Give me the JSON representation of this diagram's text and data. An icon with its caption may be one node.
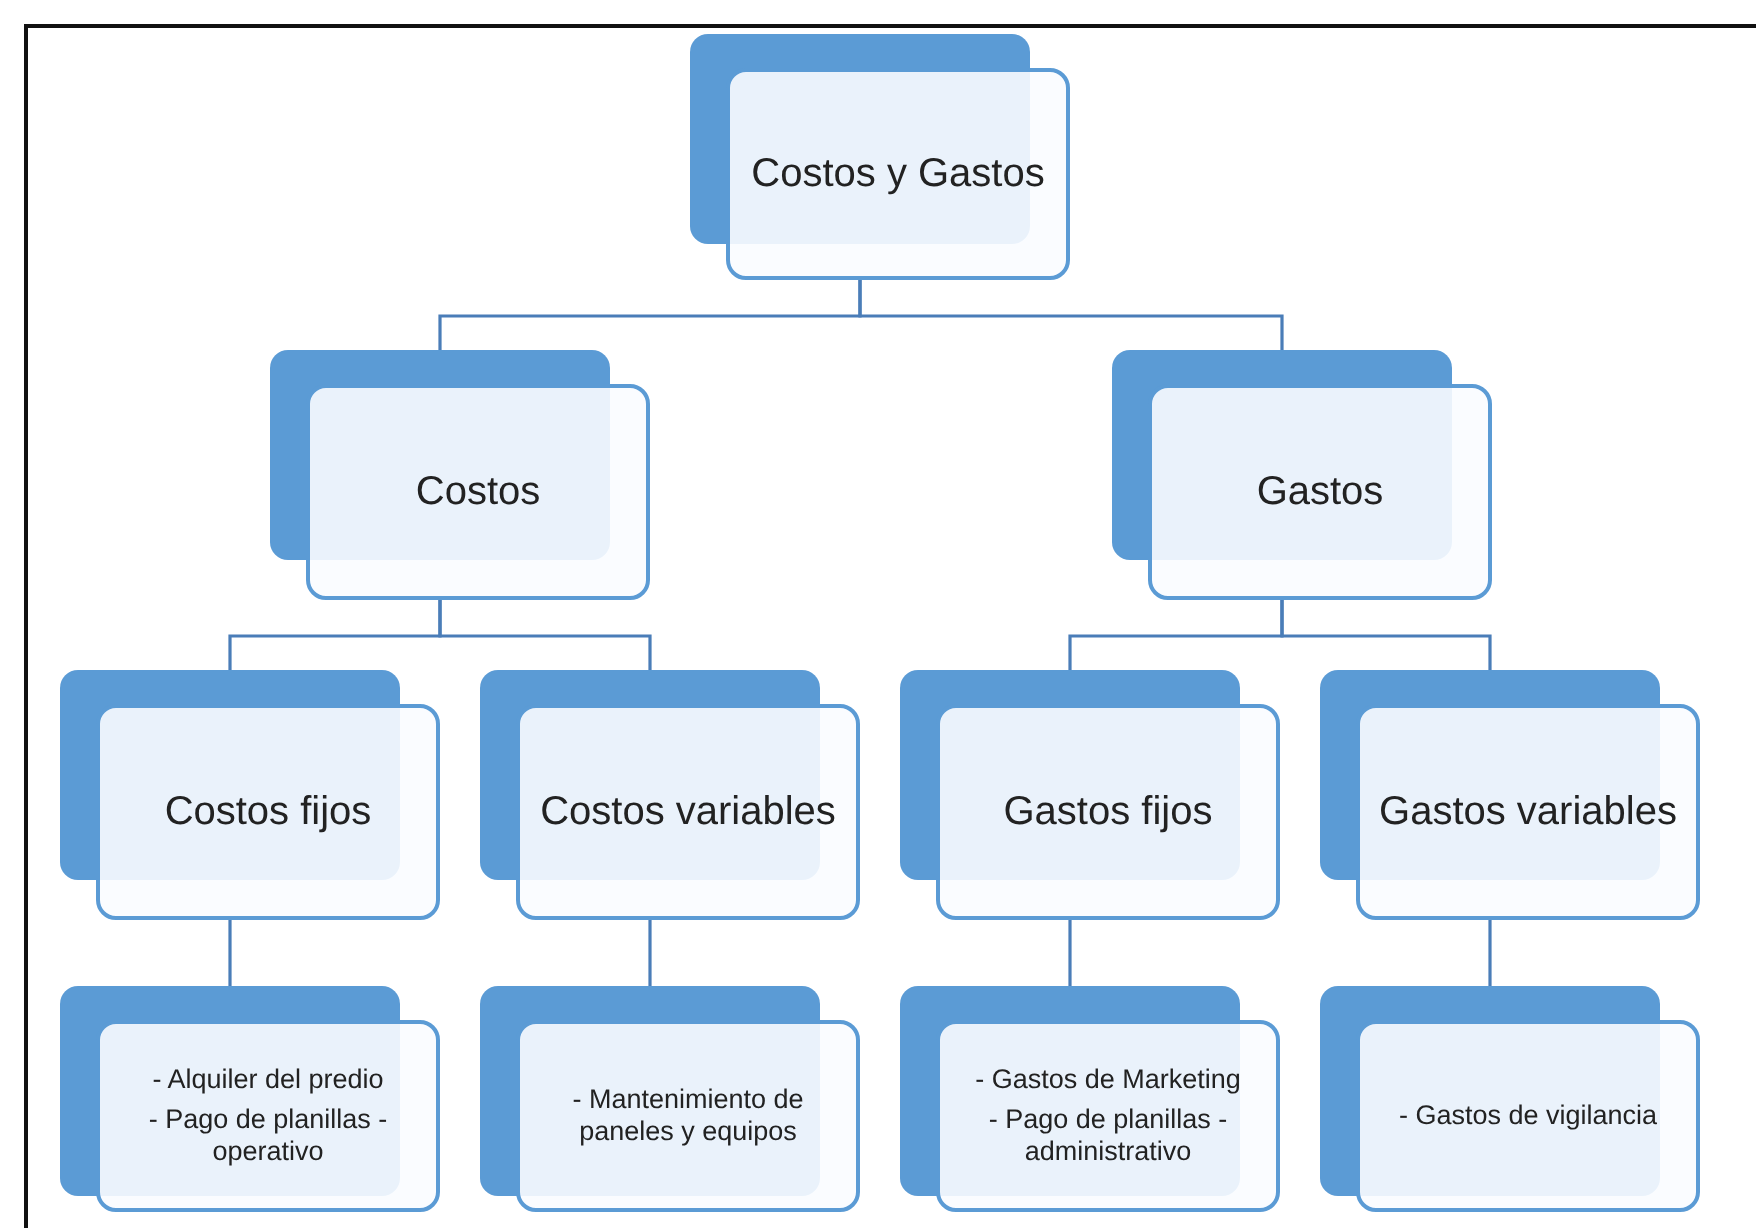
{
  "diagram": {
    "nodes": [
      {
        "text": [
          "Costos y Gastos"
        ]
      },
      {
        "text": [
          "Costos"
        ]
      },
      {
        "text": [
          "Gastos"
        ]
      },
      {
        "text": [
          "Costos fijos"
        ]
      },
      {
        "text": [
          "Costos variables"
        ]
      },
      {
        "text": [
          "Gastos fijos"
        ]
      },
      {
        "text": [
          "Gastos variables"
        ]
      },
      {
        "text": [
          "- Alquiler del predio",
          "- Pago de planillas - operativo"
        ]
      },
      {
        "text": [
          "- Mantenimiento de paneles y equipos"
        ]
      },
      {
        "text": [
          "- Gastos de Marketing",
          "- Pago de planillas - administrativo"
        ]
      },
      {
        "text": [
          "- Gastos de vigilancia"
        ]
      }
    ],
    "edges": [
      {
        "from": 0,
        "to": 1,
        "arrow": "none"
      },
      {
        "from": 0,
        "to": 2,
        "arrow": "none"
      },
      {
        "from": 1,
        "to": 3,
        "arrow": "none"
      },
      {
        "from": 1,
        "to": 4,
        "arrow": "none"
      },
      {
        "from": 2,
        "to": 5,
        "arrow": "none"
      },
      {
        "from": 2,
        "to": 6,
        "arrow": "none"
      },
      {
        "from": 3,
        "to": 7,
        "arrow": "none"
      },
      {
        "from": 4,
        "to": 8,
        "arrow": "none"
      },
      {
        "from": 5,
        "to": 9,
        "arrow": "none"
      },
      {
        "from": 6,
        "to": 10,
        "arrow": "none"
      }
    ]
  }
}
